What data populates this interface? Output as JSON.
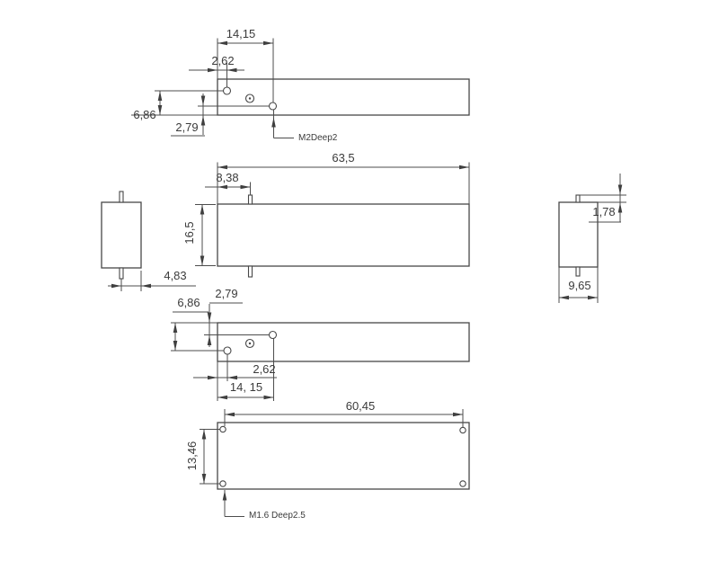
{
  "drawing": {
    "type": "mechanical-dimension-drawing",
    "units": "mm",
    "colors": {
      "line": "#4d4d4d",
      "text": "#3b3b3b",
      "background": "#ffffff"
    }
  },
  "views": {
    "top": {
      "d14_15": "14,15",
      "d2_62": "2,62",
      "d6_86": "6,86",
      "d2_79": "2,79",
      "thread_note": "M2Deep2"
    },
    "front": {
      "d63_5": "63,5",
      "d8_38": "8,38",
      "d16_5": "16,5"
    },
    "left_side": {
      "d4_83": "4,83"
    },
    "right_side": {
      "d1_78": "1,78",
      "d9_65": "9,65"
    },
    "bottom_plan": {
      "d6_86": "6,86",
      "d2_79": "2,79",
      "d2_62": "2,62",
      "d14_15": "14, 15"
    },
    "bottom": {
      "d60_45": "60,45",
      "d13_46": "13,46",
      "thread_note": "M1.6 Deep2.5"
    }
  }
}
